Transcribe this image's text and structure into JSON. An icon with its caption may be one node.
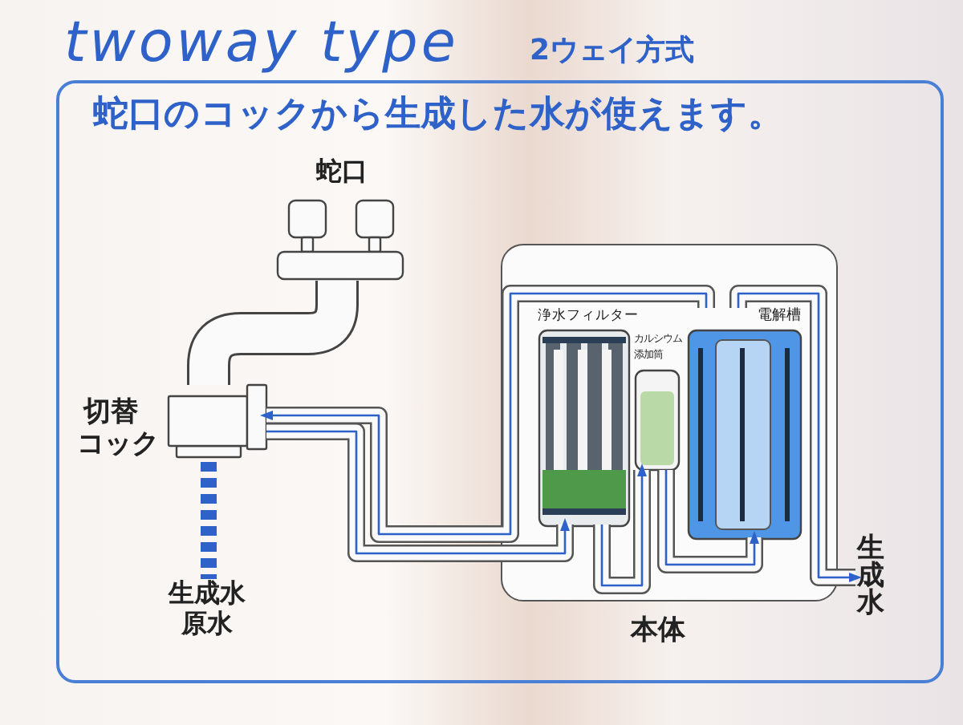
{
  "diagram": {
    "title": "twoway type",
    "nodes": [
      {
        "text": [
          "蛇口"
        ]
      },
      {
        "text": [
          "切替",
          "コック"
        ]
      },
      {
        "text": [
          "本体"
        ]
      },
      {
        "text": [
          "浄水フィルター"
        ],
        "in": 2
      },
      {
        "text": [
          "カルシウム添加筒"
        ],
        "in": 2
      },
      {
        "text": [
          "電解槽"
        ],
        "in": 2
      },
      {
        "text": [
          "生成水"
        ]
      },
      {
        "text": [
          "生成水",
          "原水"
        ]
      }
    ],
    "edges": [
      {
        "from": 0,
        "to": 1,
        "arrow": "none",
        "style": "thick",
        "color": "#fafafa"
      },
      {
        "from": 1,
        "to": 3,
        "arrow": "to"
      },
      {
        "from": 5,
        "to": 1,
        "arrow": "to"
      },
      {
        "from": 3,
        "to": 4,
        "arrow": "to"
      },
      {
        "from": 4,
        "to": 5,
        "arrow": "to"
      },
      {
        "from": 5,
        "to": 6,
        "arrow": "to"
      },
      {
        "from": 1,
        "to": 7,
        "arrow": "none",
        "style": "dashed"
      }
    ],
    "labels": [
      "2ウェイ方式",
      "蛇口のコックから生成した水が使えます。"
    ]
  }
}
